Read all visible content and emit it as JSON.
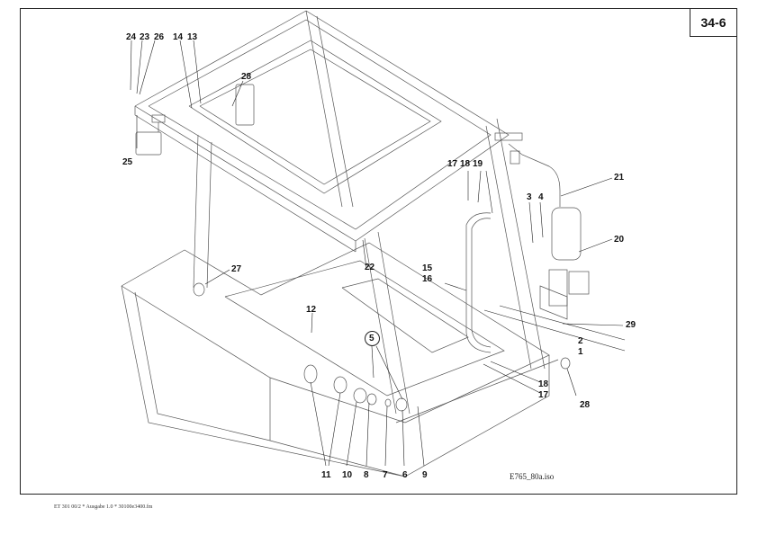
{
  "page_number": "34-6",
  "drawing_file": "E765_80a.iso",
  "footer": "ET 301 00/2 * Ausgabe 1.0 * 30100e3400.fm",
  "callouts": [
    {
      "id": "c24",
      "text": "24"
    },
    {
      "id": "c23",
      "text": "23"
    },
    {
      "id": "c26",
      "text": "26"
    },
    {
      "id": "c14",
      "text": "14"
    },
    {
      "id": "c13",
      "text": "13"
    },
    {
      "id": "c28a",
      "text": "28"
    },
    {
      "id": "c25",
      "text": "25"
    },
    {
      "id": "c17a",
      "text": "17"
    },
    {
      "id": "c18a",
      "text": "18"
    },
    {
      "id": "c19",
      "text": "19"
    },
    {
      "id": "c21",
      "text": "21"
    },
    {
      "id": "c3",
      "text": "3"
    },
    {
      "id": "c4",
      "text": "4"
    },
    {
      "id": "c20",
      "text": "20"
    },
    {
      "id": "c22",
      "text": "22"
    },
    {
      "id": "c27",
      "text": "27"
    },
    {
      "id": "c15",
      "text": "15"
    },
    {
      "id": "c16",
      "text": "16"
    },
    {
      "id": "c29",
      "text": "29"
    },
    {
      "id": "c2",
      "text": "2"
    },
    {
      "id": "c1",
      "text": "1"
    },
    {
      "id": "c12",
      "text": "12"
    },
    {
      "id": "c5",
      "text": "5"
    },
    {
      "id": "c18b",
      "text": "18"
    },
    {
      "id": "c17b",
      "text": "17"
    },
    {
      "id": "c28b",
      "text": "28"
    },
    {
      "id": "c11",
      "text": "11"
    },
    {
      "id": "c10",
      "text": "10"
    },
    {
      "id": "c8",
      "text": "8"
    },
    {
      "id": "c7",
      "text": "7"
    },
    {
      "id": "c6",
      "text": "6"
    },
    {
      "id": "c9",
      "text": "9"
    }
  ]
}
